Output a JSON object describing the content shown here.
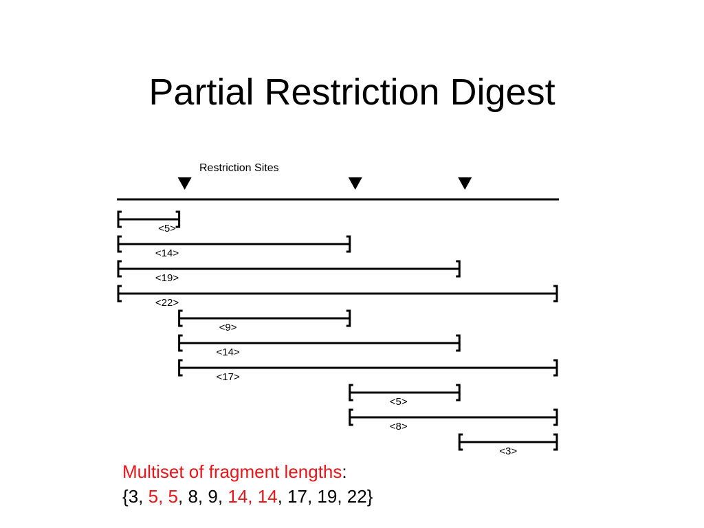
{
  "title": "Partial Restriction Digest",
  "diagram": {
    "sites_label": "Restriction Sites",
    "sites": [
      5,
      19,
      28
    ],
    "total_length": 36,
    "fragments": [
      {
        "start": 0,
        "end": 5,
        "label": "<5>"
      },
      {
        "start": 0,
        "end": 19,
        "label": "<14>"
      },
      {
        "start": 0,
        "end": 28,
        "label": "<19>"
      },
      {
        "start": 0,
        "end": 36,
        "label": "<22>"
      },
      {
        "start": 5,
        "end": 19,
        "label": "<9>"
      },
      {
        "start": 5,
        "end": 28,
        "label": "<14>"
      },
      {
        "start": 5,
        "end": 36,
        "label": "<17>"
      },
      {
        "start": 19,
        "end": 28,
        "label": "<5>"
      },
      {
        "start": 19,
        "end": 36,
        "label": "<8>"
      },
      {
        "start": 28,
        "end": 36,
        "label": "<3>"
      }
    ]
  },
  "caption": {
    "heading": "Multiset of fragment lengths",
    "heading_suffix": ":",
    "open_brace": "{",
    "close_brace": "}",
    "values": [
      {
        "text": "3",
        "highlight": false
      },
      {
        "text": "5",
        "highlight": true
      },
      {
        "text": "5",
        "highlight": true
      },
      {
        "text": "8",
        "highlight": false
      },
      {
        "text": "9",
        "highlight": false
      },
      {
        "text": "14",
        "highlight": true
      },
      {
        "text": "14",
        "highlight": true
      },
      {
        "text": "17",
        "highlight": false
      },
      {
        "text": "19",
        "highlight": false
      },
      {
        "text": "22",
        "highlight": false
      }
    ]
  },
  "colors": {
    "text": "#000000",
    "highlight": "#e8161b",
    "background": "#ffffff"
  }
}
